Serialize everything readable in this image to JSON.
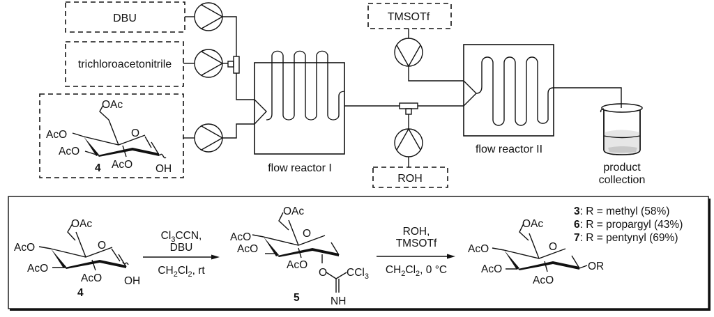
{
  "flow_setup": {
    "reservoirs": {
      "dbu": "DBU",
      "trichloroacetonitrile": "trichloroacetonitrile",
      "tmsotf": "TMSOTf",
      "roh": "ROH"
    },
    "reactor_1_label": "flow reactor I",
    "reactor_2_label": "flow reactor II",
    "collection_label_line1": "product",
    "collection_label_line2": "collection",
    "compound_4": {
      "number": "4",
      "oac": "OAc",
      "aco_1": "AcO",
      "aco_2": "AcO",
      "aco_3": "AcO",
      "ring_o": "O",
      "oh": "OH"
    }
  },
  "scheme": {
    "compound_4": {
      "number": "4",
      "oac": "OAc",
      "aco_1": "AcO",
      "aco_2": "AcO",
      "aco_3": "AcO",
      "ring_o": "O",
      "oh": "OH"
    },
    "step1": {
      "reagent_line1_pre": "Cl",
      "reagent_line1_sub": "3",
      "reagent_line1_post": "CCN,",
      "reagent_line2": "DBU",
      "cond_pre": "CH",
      "cond_sub1": "2",
      "cond_mid": "Cl",
      "cond_sub2": "2",
      "cond_post": ", rt"
    },
    "compound_5": {
      "number": "5",
      "oac": "OAc",
      "aco_1": "AcO",
      "aco_2": "AcO",
      "aco_3": "AcO",
      "ring_o": "O",
      "link_o": "O",
      "ccl3_pre": "CCl",
      "ccl3_sub": "3",
      "nh": "NH"
    },
    "step2": {
      "reagent_line1": "ROH,",
      "reagent_line2": "TMSOTf",
      "cond_pre": "CH",
      "cond_sub1": "2",
      "cond_mid": "Cl",
      "cond_sub2": "2",
      "cond_post": ", 0 °C"
    },
    "product": {
      "oac": "OAc",
      "aco_1": "AcO",
      "aco_2": "AcO",
      "aco_3": "AcO",
      "ring_o": "O",
      "or": "OR"
    },
    "yields": [
      {
        "compound": "3",
        "text": ": R = methyl (58%)"
      },
      {
        "compound": "6",
        "text": ": R = propargyl (43%)"
      },
      {
        "compound": "7",
        "text": ": R = pentynyl (69%)"
      }
    ]
  }
}
